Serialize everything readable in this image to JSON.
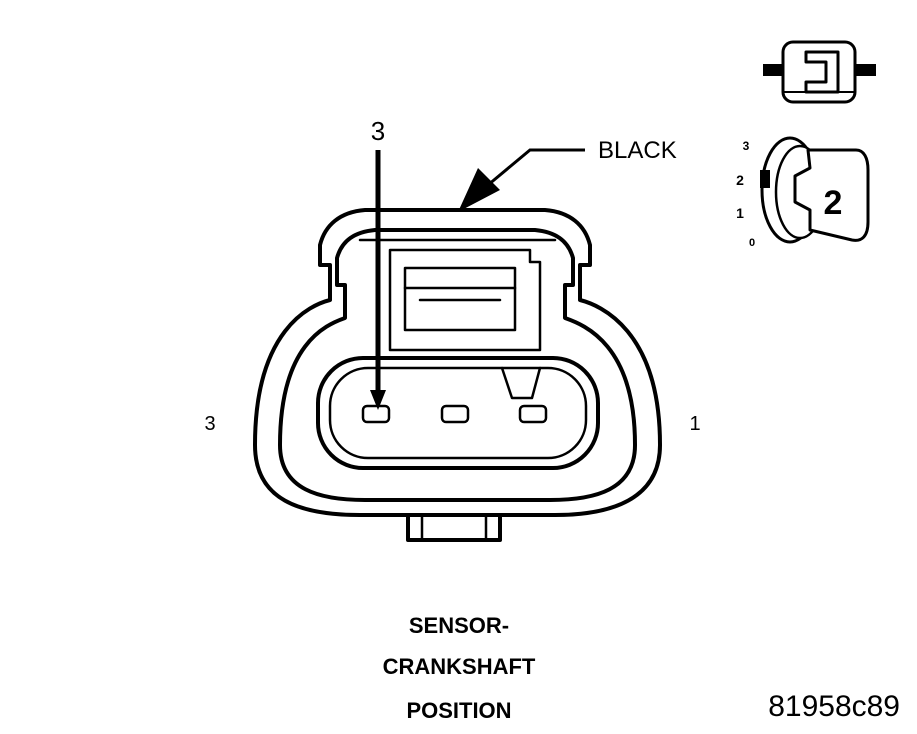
{
  "diagram": {
    "pointer_pin_label": "3",
    "housing_color_label": "BLACK",
    "left_side_pin_label": "3",
    "right_side_pin_label": "1",
    "title_line1": "SENSOR-",
    "title_line2": "CRANKSHAFT",
    "title_line3": "POSITION",
    "figure_id": "81958c89",
    "view_indicator": {
      "scale_labels": [
        "3",
        "2",
        "1",
        "0"
      ],
      "view_number": "2"
    }
  }
}
